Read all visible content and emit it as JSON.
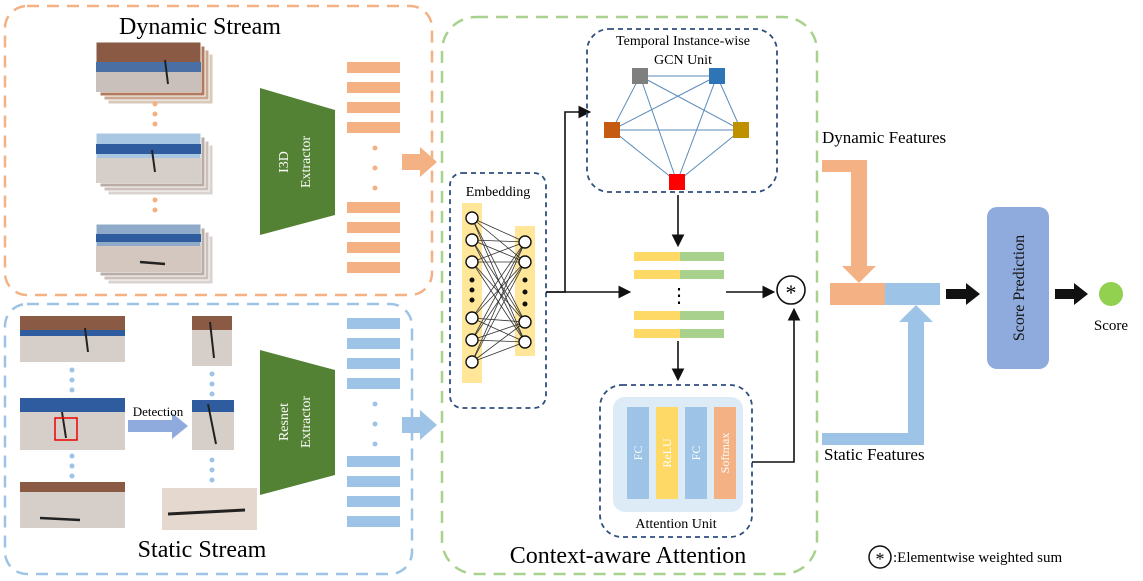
{
  "labels": {
    "dynamic_stream": "Dynamic Stream",
    "static_stream": "Static Stream",
    "context_attention": "Context-aware Attention",
    "gcn_line1": "Temporal Instance-wise",
    "gcn_line2": "GCN Unit",
    "embedding": "Embedding",
    "i3d_line1": "I3D",
    "i3d_line2": "Extractor",
    "resnet_line1": "Resnet",
    "resnet_line2": "Extractor",
    "detection": "Detection",
    "attention_unit": "Attention Unit",
    "fc1": "FC",
    "relu": "ReLU",
    "fc2": "FC",
    "softmax": "Softmax",
    "dynamic_features": "Dynamic Features",
    "static_features": "Static Features",
    "score_prediction": "Score Prediction",
    "score": "Score",
    "legend_symbol": "*",
    "legend_text": ":Elementwise weighted sum",
    "ellipsis": "⋮"
  },
  "colors": {
    "dynamic": "#F4B183",
    "static": "#9DC3E6",
    "green_box": "#A9D18E",
    "extractor": "#548235",
    "navy": "#2F4F7F",
    "embed_fill": "#FFE699",
    "score_box": "#8FAADC",
    "score_dot": "#92D050",
    "gcn_nodes": [
      "#7F7F7F",
      "#2E75B6",
      "#C55A11",
      "#BF9000",
      "#FF0000"
    ],
    "att_fc": "#9DC3E6",
    "att_relu": "#FFD966",
    "att_softmax": "#F4B183"
  }
}
